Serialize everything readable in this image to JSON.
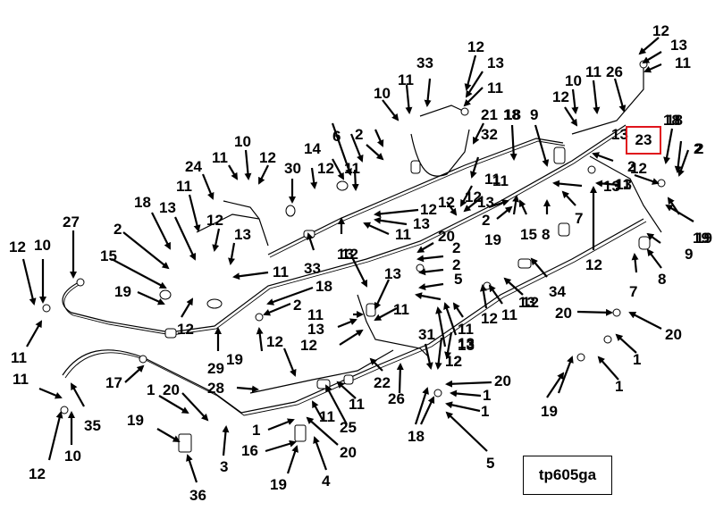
{
  "drawing_id": "tp605ga",
  "highlighted_callout": "23",
  "highlight_color": "#e0141c",
  "callouts": [
    {
      "id": "c1",
      "label": "12"
    },
    {
      "id": "c2",
      "label": "13"
    },
    {
      "id": "c3",
      "label": "11"
    },
    {
      "id": "c4",
      "label": "33"
    },
    {
      "id": "c5",
      "label": "12"
    },
    {
      "id": "c6",
      "label": "13"
    },
    {
      "id": "c7",
      "label": "11"
    },
    {
      "id": "c8",
      "label": "10"
    },
    {
      "id": "c9",
      "label": "11"
    },
    {
      "id": "c10",
      "label": "21"
    },
    {
      "id": "c11",
      "label": "18"
    },
    {
      "id": "c12",
      "label": "9"
    },
    {
      "id": "c13",
      "label": "10"
    },
    {
      "id": "c14",
      "label": "11"
    },
    {
      "id": "c15",
      "label": "26"
    },
    {
      "id": "c16",
      "label": "12"
    },
    {
      "id": "c17",
      "label": "13"
    },
    {
      "id": "c18",
      "label": "11"
    },
    {
      "id": "c19",
      "label": "12"
    },
    {
      "id": "c20",
      "label": "18"
    },
    {
      "id": "c21",
      "label": "19"
    },
    {
      "id": "c22",
      "label": "2"
    },
    {
      "id": "c23",
      "label": "12"
    },
    {
      "id": "c24",
      "label": "32"
    },
    {
      "id": "c25",
      "label": "11"
    },
    {
      "id": "c26",
      "label": "18"
    },
    {
      "id": "c27",
      "label": "2"
    },
    {
      "id": "c28",
      "label": "10"
    },
    {
      "id": "c29",
      "label": "11"
    },
    {
      "id": "c30",
      "label": "12"
    },
    {
      "id": "c31",
      "label": "14"
    },
    {
      "id": "c32",
      "label": "30"
    },
    {
      "id": "c33",
      "label": "6"
    },
    {
      "id": "c34",
      "label": "12"
    },
    {
      "id": "c35",
      "label": "11"
    },
    {
      "id": "c36",
      "label": "24"
    },
    {
      "id": "c37",
      "label": "11"
    },
    {
      "id": "c38",
      "label": "18"
    },
    {
      "id": "c39",
      "label": "13"
    },
    {
      "id": "c40",
      "label": "12"
    },
    {
      "id": "c41",
      "label": "13"
    },
    {
      "id": "c42",
      "label": "2"
    },
    {
      "id": "c43",
      "label": "15"
    },
    {
      "id": "c44",
      "label": "27"
    },
    {
      "id": "c45",
      "label": "12"
    },
    {
      "id": "c46",
      "label": "10"
    },
    {
      "id": "c47",
      "label": "11"
    },
    {
      "id": "c48",
      "label": "19"
    },
    {
      "id": "c49",
      "label": "12"
    },
    {
      "id": "c50",
      "label": "11"
    },
    {
      "id": "c51",
      "label": "29"
    },
    {
      "id": "c52",
      "label": "33"
    },
    {
      "id": "c53",
      "label": "13"
    },
    {
      "id": "c54",
      "label": "12"
    },
    {
      "id": "c55",
      "label": "13"
    },
    {
      "id": "c56",
      "label": "11"
    },
    {
      "id": "c57",
      "label": "12"
    },
    {
      "id": "c58",
      "label": "13"
    },
    {
      "id": "c59",
      "label": "2"
    },
    {
      "id": "c60",
      "label": "19"
    },
    {
      "id": "c61",
      "label": "15"
    },
    {
      "id": "c62",
      "label": "8"
    },
    {
      "id": "c63",
      "label": "7"
    },
    {
      "id": "c64",
      "label": "13"
    },
    {
      "id": "c65",
      "label": "11"
    },
    {
      "id": "c66",
      "label": "12"
    },
    {
      "id": "c67",
      "label": "18"
    },
    {
      "id": "c68",
      "label": "2"
    },
    {
      "id": "c69",
      "label": "2"
    },
    {
      "id": "c70",
      "label": "19"
    },
    {
      "id": "c71",
      "label": "9"
    },
    {
      "id": "c72",
      "label": "8"
    },
    {
      "id": "c73",
      "label": "7"
    },
    {
      "id": "c74",
      "label": "20"
    },
    {
      "id": "c75",
      "label": "2"
    },
    {
      "id": "c76",
      "label": "2"
    },
    {
      "id": "c77",
      "label": "5"
    },
    {
      "id": "c78",
      "label": "34"
    },
    {
      "id": "c79",
      "label": "12"
    },
    {
      "id": "c80",
      "label": "18"
    },
    {
      "id": "c81",
      "label": "2"
    },
    {
      "id": "c82",
      "label": "11"
    },
    {
      "id": "c83",
      "label": "13"
    },
    {
      "id": "c84",
      "label": "12"
    },
    {
      "id": "c85",
      "label": "12"
    },
    {
      "id": "c86",
      "label": "13"
    },
    {
      "id": "c87",
      "label": "11"
    },
    {
      "id": "c88",
      "label": "11"
    },
    {
      "id": "c89",
      "label": "13"
    },
    {
      "id": "c90",
      "label": "12"
    },
    {
      "id": "c91",
      "label": "12"
    },
    {
      "id": "c92",
      "label": "11"
    },
    {
      "id": "c93",
      "label": "13"
    },
    {
      "id": "c94",
      "label": "19"
    },
    {
      "id": "c95",
      "label": "12"
    },
    {
      "id": "c96",
      "label": "20"
    },
    {
      "id": "c97",
      "label": "20"
    },
    {
      "id": "c98",
      "label": "1"
    },
    {
      "id": "c99",
      "label": "1"
    },
    {
      "id": "c100",
      "label": "19"
    },
    {
      "id": "c101",
      "label": "11"
    },
    {
      "id": "c102",
      "label": "17"
    },
    {
      "id": "c103",
      "label": "35"
    },
    {
      "id": "c104",
      "label": "12"
    },
    {
      "id": "c105",
      "label": "10"
    },
    {
      "id": "c106",
      "label": "28"
    },
    {
      "id": "c107",
      "label": "1"
    },
    {
      "id": "c108",
      "label": "20"
    },
    {
      "id": "c109",
      "label": "19"
    },
    {
      "id": "c110",
      "label": "3"
    },
    {
      "id": "c111",
      "label": "36"
    },
    {
      "id": "c112",
      "label": "1"
    },
    {
      "id": "c113",
      "label": "16"
    },
    {
      "id": "c114",
      "label": "19"
    },
    {
      "id": "c115",
      "label": "4"
    },
    {
      "id": "c116",
      "label": "20"
    },
    {
      "id": "c117",
      "label": "25"
    },
    {
      "id": "c118",
      "label": "11"
    },
    {
      "id": "c119",
      "label": "11"
    },
    {
      "id": "c120",
      "label": "22"
    },
    {
      "id": "c121",
      "label": "26"
    },
    {
      "id": "c122",
      "label": "31"
    },
    {
      "id": "c123",
      "label": "12"
    },
    {
      "id": "c124",
      "label": "13"
    },
    {
      "id": "c125",
      "label": "20"
    },
    {
      "id": "c126",
      "label": "1"
    },
    {
      "id": "c127",
      "label": "1"
    },
    {
      "id": "c128",
      "label": "18"
    },
    {
      "id": "c129",
      "label": "5"
    },
    {
      "id": "c130",
      "label": "13"
    }
  ]
}
